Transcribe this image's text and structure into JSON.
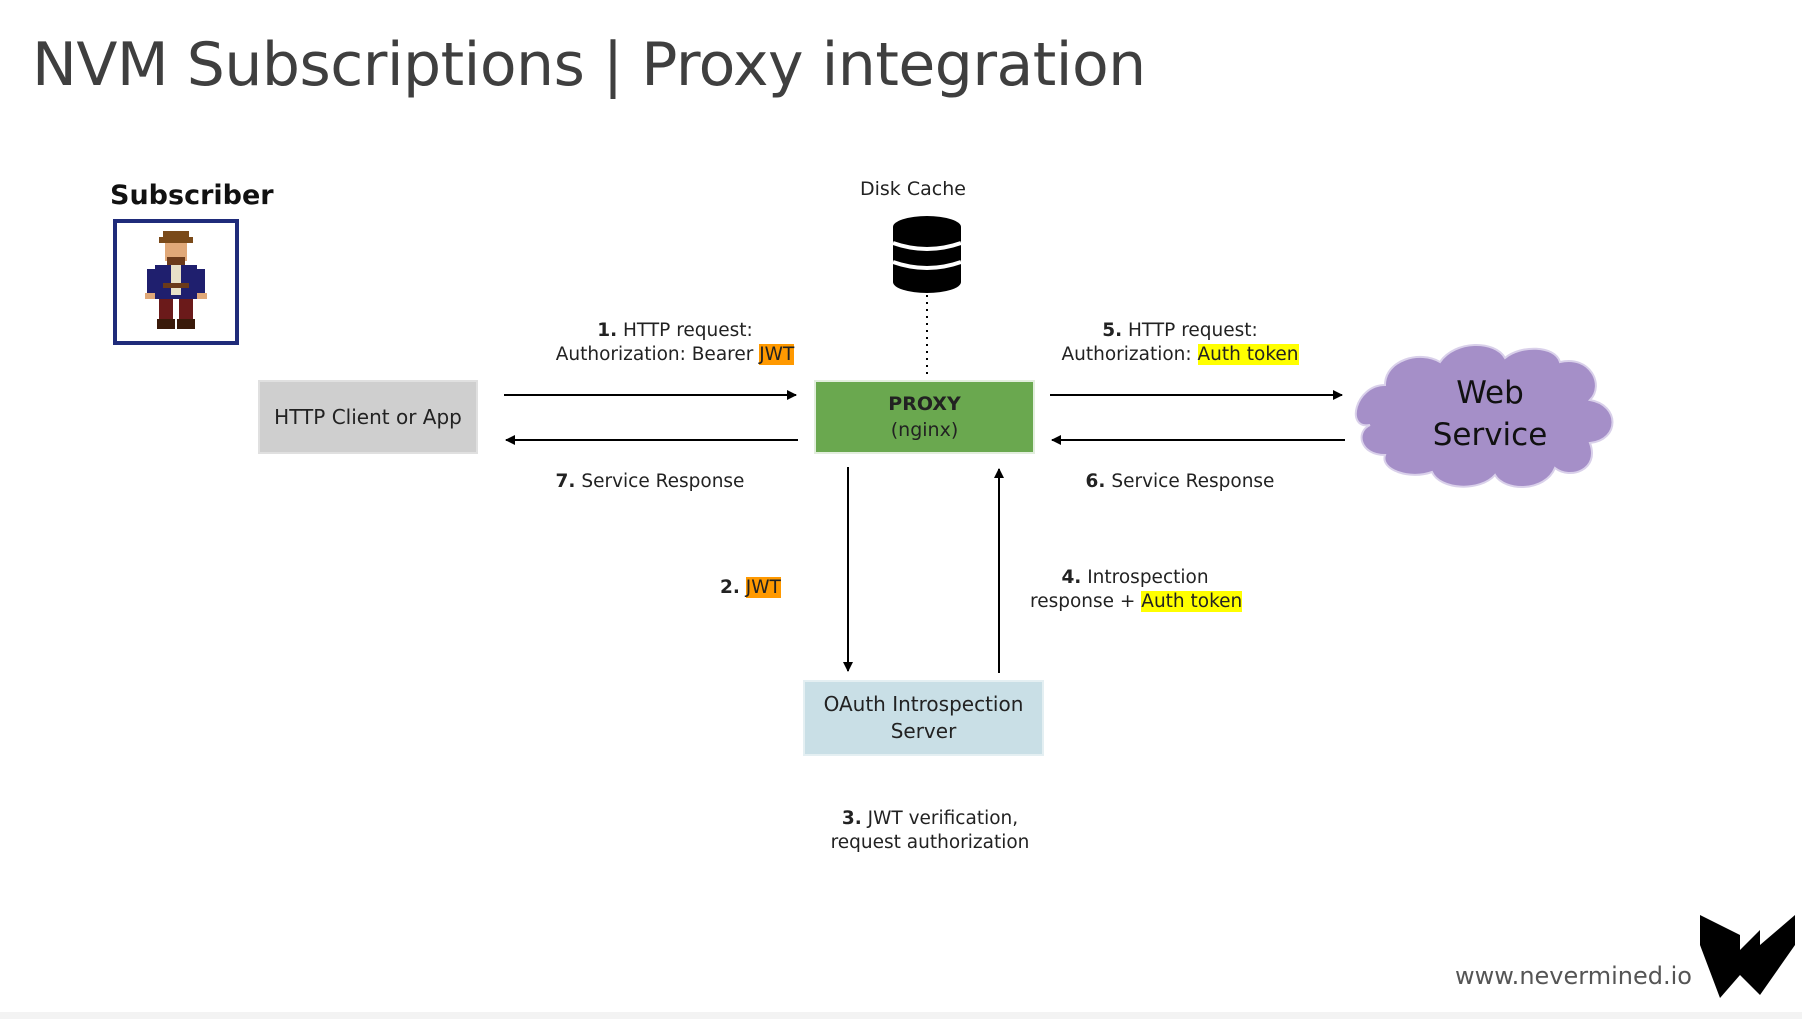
{
  "title": "NVM Subscriptions | Proxy integration",
  "subscriber": {
    "label": "Subscriber"
  },
  "nodes": {
    "client": "HTTP Client or App",
    "proxy_title": "PROXY",
    "proxy_sub": "(nginx)",
    "oauth_line1": "OAuth Introspection",
    "oauth_line2": "Server",
    "web_line1": "Web",
    "web_line2": "Service",
    "disk_cache": "Disk Cache"
  },
  "steps": {
    "s1_num": "1.",
    "s1_text": " HTTP request:",
    "s1_line2": "Authorization: Bearer ",
    "s1_hl": "JWT",
    "s2_num": "2.",
    "s2_hl": "JWT",
    "s3_num": "3.",
    "s3_text": " JWT verification,",
    "s3_line2": "request authorization",
    "s4_num": "4.",
    "s4_text": " Introspection",
    "s4_line2": "response + ",
    "s4_hl": "Auth token",
    "s5_num": "5.",
    "s5_text": " HTTP request:",
    "s5_line2": "Authorization: ",
    "s5_hl": "Auth token",
    "s6_num": "6.",
    "s6_text": " Service Response",
    "s7_num": "7.",
    "s7_text": " Service Response"
  },
  "footer": {
    "url": "www.nevermined.io"
  },
  "colors": {
    "proxy": "#6aa84f",
    "client": "#cfcfcf",
    "oauth": "#c9dfe6",
    "cloud": "#a58fc8",
    "highlight_jwt": "#ff9900",
    "highlight_token": "#ffff00"
  },
  "icons": [
    "database-icon",
    "cloud-shape",
    "nevermined-logo-icon",
    "pirate-avatar"
  ]
}
